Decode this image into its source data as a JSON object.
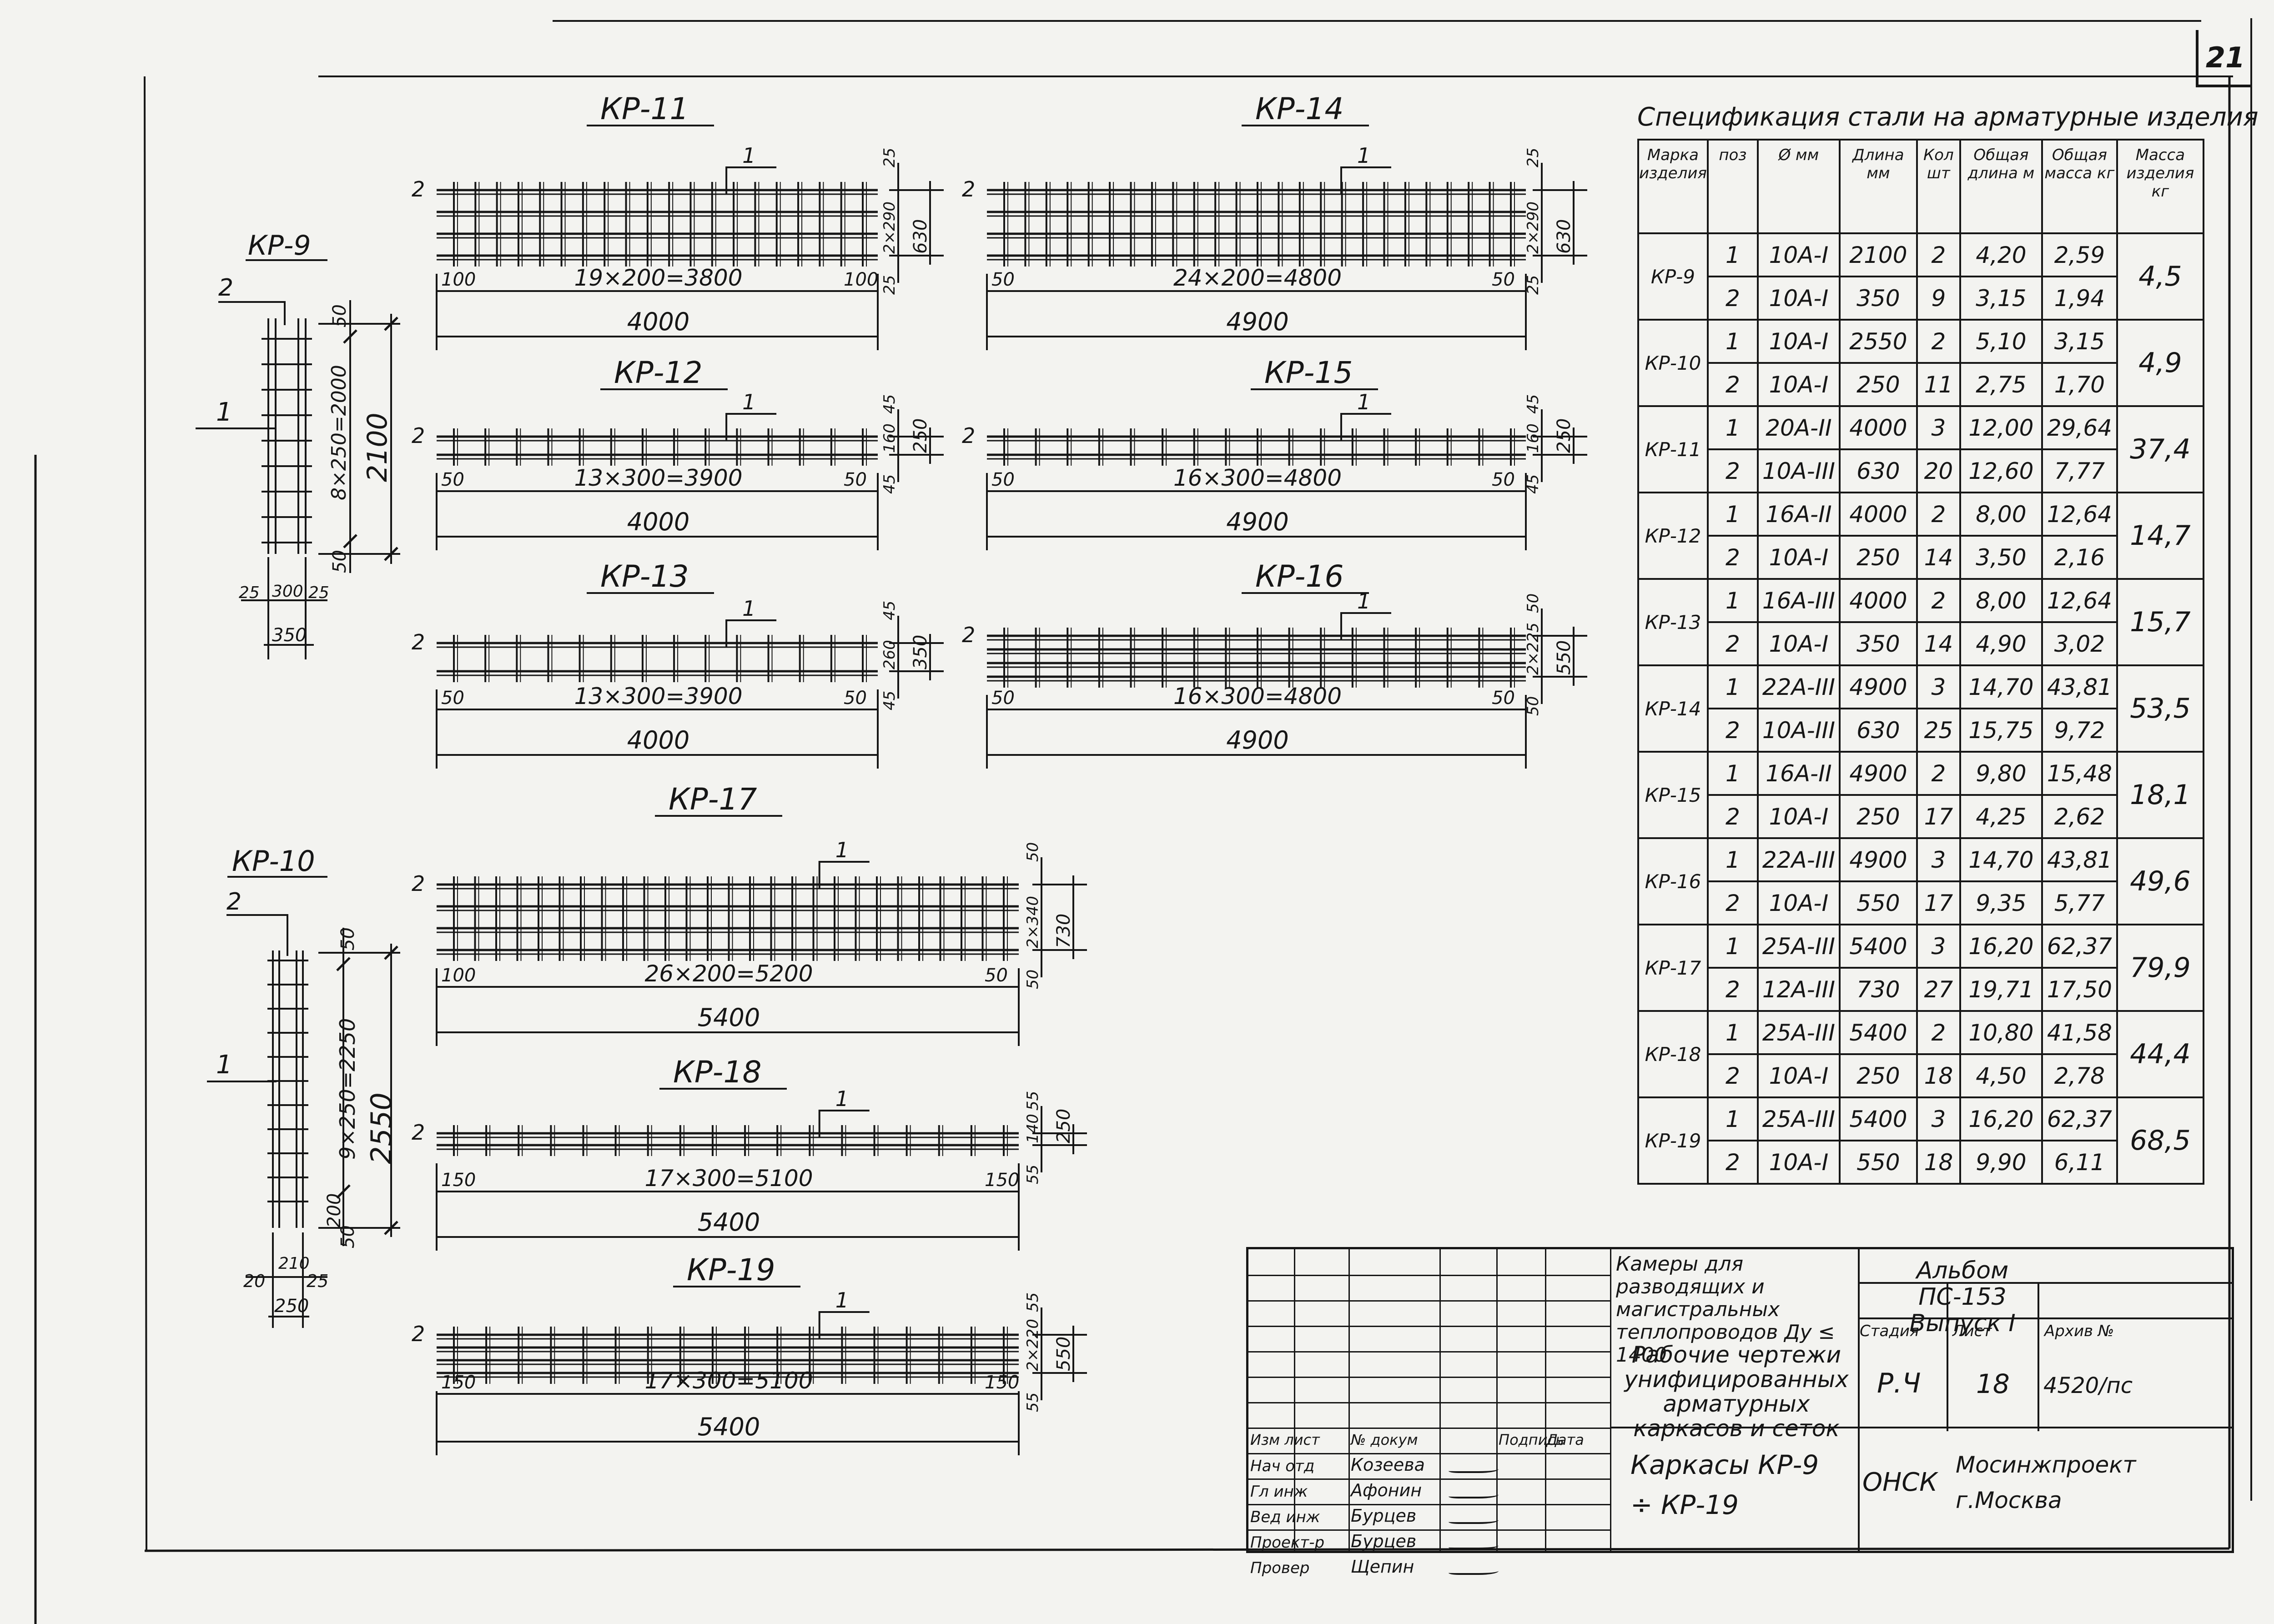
{
  "sheet_number": "21",
  "diagrams": {
    "kr9": {
      "title": "КР-9",
      "dim_pitch": "8×250=2000",
      "dim_total": "2100",
      "dim_top": "50",
      "dim_bottom": "50",
      "dim_w1": "25",
      "dim_w2": "300",
      "dim_w3": "25",
      "dim_w_total": "350",
      "pos1": "1",
      "pos2": "2"
    },
    "kr10": {
      "title": "КР-10",
      "dim_pitch": "9×250=2250",
      "dim_total": "2550",
      "dim_top": "50",
      "dim_bottom1": "200",
      "dim_bottom2": "50",
      "dim_w1": "20",
      "dim_w2": "210",
      "dim_w3": "25",
      "dim_w_total": "250",
      "pos1": "1",
      "pos2": "2"
    },
    "kr11": {
      "title": "КР-11",
      "dim_left": "100",
      "dim_pitch": "19×200=3800",
      "dim_right": "100",
      "dim_total": "4000",
      "dim_h_top": "25",
      "dim_h_mid": "2×290",
      "dim_h_bot": "25",
      "dim_h_total": "630",
      "pos1": "1",
      "pos2": "2"
    },
    "kr12": {
      "title": "КР-12",
      "dim_left": "50",
      "dim_pitch": "13×300=3900",
      "dim_right": "50",
      "dim_total": "4000",
      "dim_h_top": "45",
      "dim_h_mid": "160",
      "dim_h_bot": "45",
      "dim_h_total": "250",
      "pos1": "1",
      "pos2": "2"
    },
    "kr13": {
      "title": "КР-13",
      "dim_left": "50",
      "dim_pitch": "13×300=3900",
      "dim_right": "50",
      "dim_total": "4000",
      "dim_h_top": "45",
      "dim_h_mid": "260",
      "dim_h_bot": "45",
      "dim_h_total": "350",
      "pos1": "1",
      "pos2": "2"
    },
    "kr14": {
      "title": "КР-14",
      "dim_left": "50",
      "dim_pitch": "24×200=4800",
      "dim_right": "50",
      "dim_total": "4900",
      "dim_h_top": "25",
      "dim_h_mid": "2×290",
      "dim_h_bot": "25",
      "dim_h_total": "630",
      "pos1": "1",
      "pos2": "2"
    },
    "kr15": {
      "title": "КР-15",
      "dim_left": "50",
      "dim_pitch": "16×300=4800",
      "dim_right": "50",
      "dim_total": "4900",
      "dim_h_top": "45",
      "dim_h_mid": "160",
      "dim_h_bot": "45",
      "dim_h_total": "250",
      "pos1": "1",
      "pos2": "2"
    },
    "kr16": {
      "title": "КР-16",
      "dim_left": "50",
      "dim_pitch": "16×300=4800",
      "dim_right": "50",
      "dim_total": "4900",
      "dim_h_top": "50",
      "dim_h_mid": "2×225",
      "dim_h_bot": "50",
      "dim_h_total": "550",
      "pos1": "1",
      "pos2": "2"
    },
    "kr17": {
      "title": "КР-17",
      "dim_left": "100",
      "dim_pitch": "26×200=5200",
      "dim_right": "50",
      "dim_total": "5400",
      "dim_h_top": "50",
      "dim_h_mid": "2×340",
      "dim_h_bot": "50",
      "dim_h_total": "730",
      "pos1": "1",
      "pos2": "2"
    },
    "kr18": {
      "title": "КР-18",
      "dim_left": "150",
      "dim_pitch": "17×300=5100",
      "dim_right": "150",
      "dim_total": "5400",
      "dim_h_top": "55",
      "dim_h_mid": "140",
      "dim_h_bot": "55",
      "dim_h_total": "250",
      "pos1": "1",
      "pos2": "2"
    },
    "kr19": {
      "title": "КР-19",
      "dim_left": "150",
      "dim_pitch": "17×300=5100",
      "dim_right": "150",
      "dim_total": "5400",
      "dim_h_top": "55",
      "dim_h_mid": "2×220",
      "dim_h_bot": "55",
      "dim_h_total": "550",
      "pos1": "1",
      "pos2": "2"
    }
  },
  "spec": {
    "title": "Спецификация стали на арматурные изделия",
    "headers": [
      "Марка изделия",
      "поз",
      "Ø мм",
      "Длина мм",
      "Кол шт",
      "Общая длина м",
      "Общая масса кг",
      "Масса изделия кг"
    ],
    "items": [
      {
        "mark": "КР-9",
        "mass": "4,5",
        "rows": [
          [
            "1",
            "10А-I",
            "2100",
            "2",
            "4,20",
            "2,59"
          ],
          [
            "2",
            "10А-I",
            "350",
            "9",
            "3,15",
            "1,94"
          ]
        ]
      },
      {
        "mark": "КР-10",
        "mass": "4,9",
        "rows": [
          [
            "1",
            "10А-I",
            "2550",
            "2",
            "5,10",
            "3,15"
          ],
          [
            "2",
            "10А-I",
            "250",
            "11",
            "2,75",
            "1,70"
          ]
        ]
      },
      {
        "mark": "КР-11",
        "mass": "37,4",
        "rows": [
          [
            "1",
            "20А-II",
            "4000",
            "3",
            "12,00",
            "29,64"
          ],
          [
            "2",
            "10А-III",
            "630",
            "20",
            "12,60",
            "7,77"
          ]
        ]
      },
      {
        "mark": "КР-12",
        "mass": "14,7",
        "rows": [
          [
            "1",
            "16А-II",
            "4000",
            "2",
            "8,00",
            "12,64"
          ],
          [
            "2",
            "10А-I",
            "250",
            "14",
            "3,50",
            "2,16"
          ]
        ]
      },
      {
        "mark": "КР-13",
        "mass": "15,7",
        "rows": [
          [
            "1",
            "16А-III",
            "4000",
            "2",
            "8,00",
            "12,64"
          ],
          [
            "2",
            "10А-I",
            "350",
            "14",
            "4,90",
            "3,02"
          ]
        ]
      },
      {
        "mark": "КР-14",
        "mass": "53,5",
        "rows": [
          [
            "1",
            "22А-III",
            "4900",
            "3",
            "14,70",
            "43,81"
          ],
          [
            "2",
            "10А-III",
            "630",
            "25",
            "15,75",
            "9,72"
          ]
        ]
      },
      {
        "mark": "КР-15",
        "mass": "18,1",
        "rows": [
          [
            "1",
            "16А-II",
            "4900",
            "2",
            "9,80",
            "15,48"
          ],
          [
            "2",
            "10А-I",
            "250",
            "17",
            "4,25",
            "2,62"
          ]
        ]
      },
      {
        "mark": "КР-16",
        "mass": "49,6",
        "rows": [
          [
            "1",
            "22А-III",
            "4900",
            "3",
            "14,70",
            "43,81"
          ],
          [
            "2",
            "10А-I",
            "550",
            "17",
            "9,35",
            "5,77"
          ]
        ]
      },
      {
        "mark": "КР-17",
        "mass": "79,9",
        "rows": [
          [
            "1",
            "25А-III",
            "5400",
            "3",
            "16,20",
            "62,37"
          ],
          [
            "2",
            "12А-III",
            "730",
            "27",
            "19,71",
            "17,50"
          ]
        ]
      },
      {
        "mark": "КР-18",
        "mass": "44,4",
        "rows": [
          [
            "1",
            "25А-III",
            "5400",
            "2",
            "10,80",
            "41,58"
          ],
          [
            "2",
            "10А-I",
            "250",
            "18",
            "4,50",
            "2,78"
          ]
        ]
      },
      {
        "mark": "КР-19",
        "mass": "68,5",
        "rows": [
          [
            "1",
            "25А-III",
            "5400",
            "3",
            "16,20",
            "62,37"
          ],
          [
            "2",
            "10А-I",
            "550",
            "18",
            "9,90",
            "6,11"
          ]
        ]
      }
    ]
  },
  "title_block": {
    "project": "Камеры для разводящих и магистральных теплопроводов Ду ≤ 1400",
    "album": "Альбом ПС-153 Выпуск I",
    "doc_title": "Рабочие чертежи унифицированных арматурных каркасов и сеток",
    "sheet_title": "Каркасы КР-9 ÷ КР-19",
    "stage_label": "Стадия",
    "sheet_label": "Лист",
    "archive_label": "Архив №",
    "stage": "Р.Ч",
    "sheet": "18",
    "archive": "4520/пс",
    "dept": "ОНСК",
    "org": "Мосинжпроект г.Москва",
    "col_headers": [
      "Изм лист",
      "№ докум",
      "Подпись",
      "Дата"
    ],
    "staff": [
      {
        "role": "Нач отд",
        "name": "Козеева"
      },
      {
        "role": "Гл инж",
        "name": "Афонин"
      },
      {
        "role": "Вед инж",
        "name": "Бурцев"
      },
      {
        "role": "Проект-р",
        "name": "Бурцев"
      },
      {
        "role": "Провер",
        "name": "Щепин"
      }
    ]
  }
}
